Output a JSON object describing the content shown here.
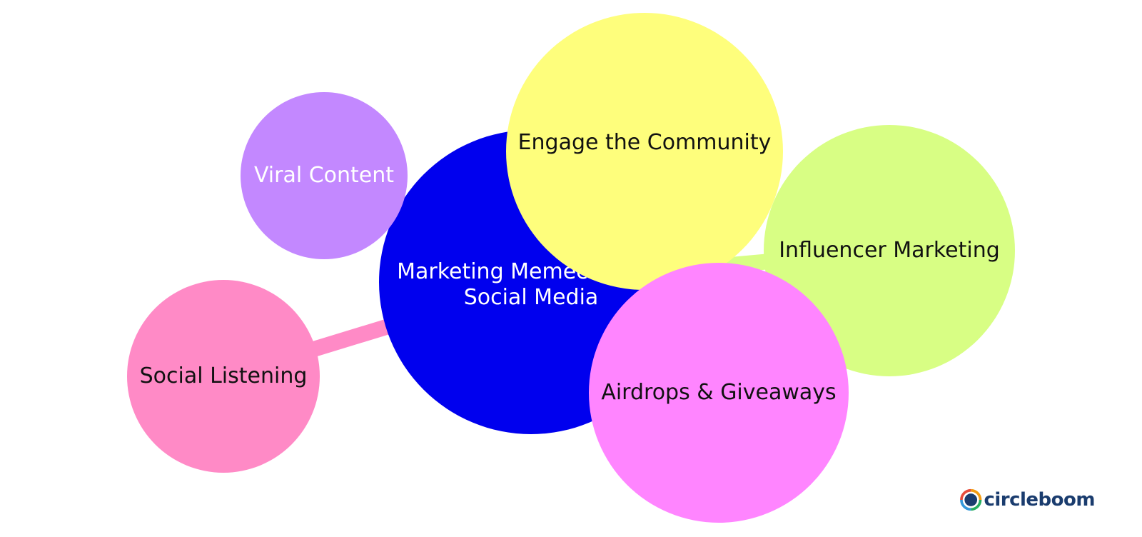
{
  "diagram": {
    "center": {
      "label": "Marketing Memecoins on\nSocial Media",
      "color": "#0000ee"
    },
    "nodes": [
      {
        "id": "viral",
        "label": "Viral Content",
        "color": "#c388ff"
      },
      {
        "id": "social",
        "label": "Social Listening",
        "color": "#ff8ac6"
      },
      {
        "id": "influencer",
        "label": "Influencer Marketing",
        "color": "#d8fe84"
      },
      {
        "id": "engage",
        "label": "Engage the Community",
        "color": "#fefe7c"
      },
      {
        "id": "airdrops",
        "label": "Airdrops & Giveaways",
        "color": "#ff85ff"
      }
    ]
  },
  "branding": {
    "logo_text": "circleboom",
    "logo_icon": "circleboom-logo-icon",
    "logo_color": "#1a3c6e"
  }
}
